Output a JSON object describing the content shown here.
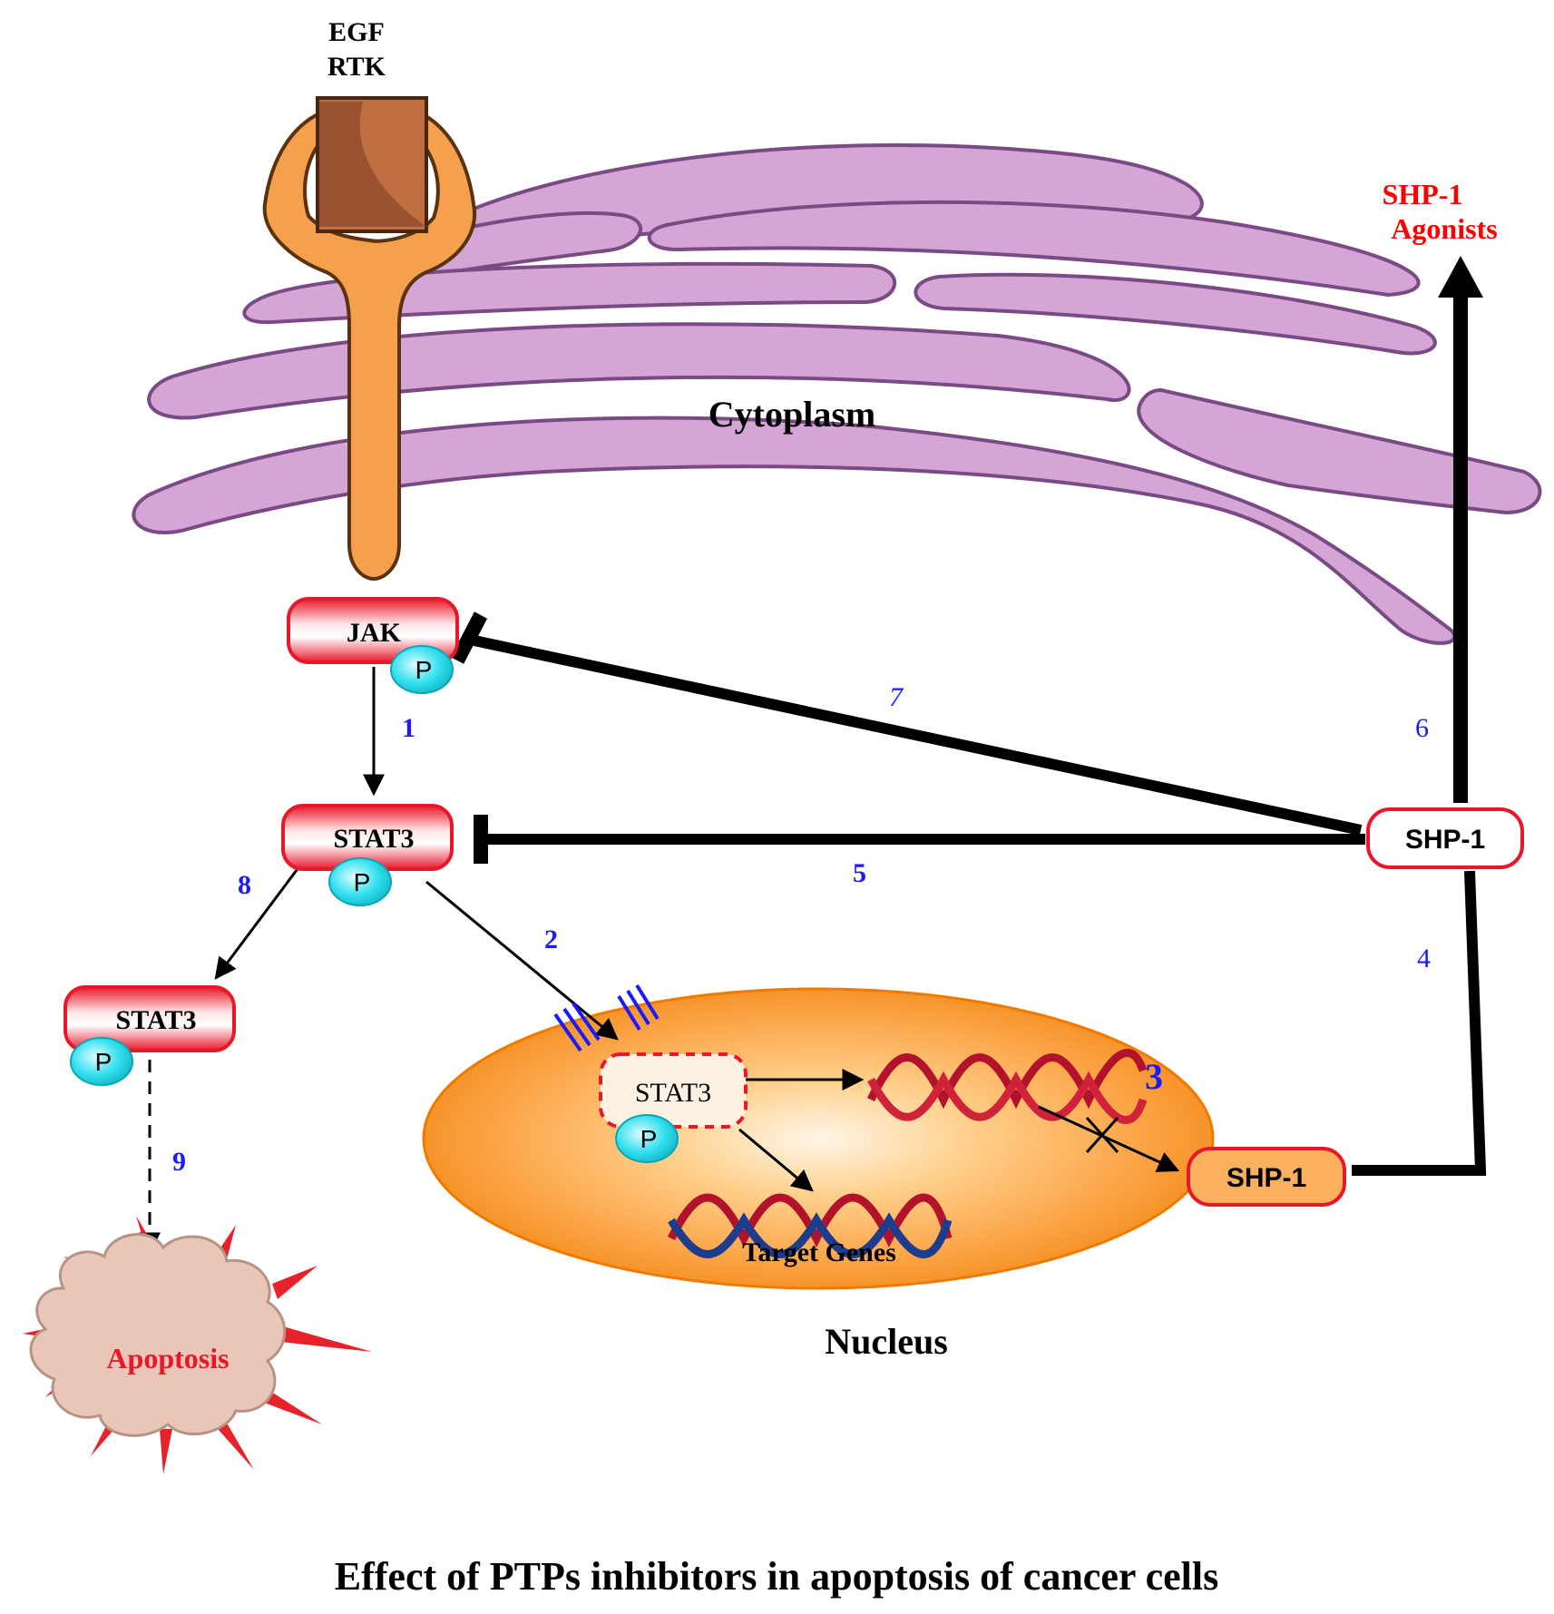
{
  "receptor": {
    "line1": "EGF",
    "line2": "RTK"
  },
  "compartments": {
    "cytoplasm": "Cytoplasm",
    "nucleus": "Nucleus"
  },
  "proteins": {
    "jak": "JAK",
    "stat3_top": "STAT3",
    "stat3_left": "STAT3",
    "stat3_nuclear": "STAT3",
    "shp1_cyto": "SHP-1",
    "shp1_nuclear": "SHP-1",
    "phospho": "P"
  },
  "agonist": {
    "line1": "SHP-1",
    "line2": "Agonists"
  },
  "steps": {
    "s1": "1",
    "s2": "2",
    "s3": "3",
    "s4": "4",
    "s5": "5",
    "s6": "6",
    "s7": "7",
    "s8": "8",
    "s9": "9"
  },
  "target_genes": "Target Genes",
  "apoptosis": "Apoptosis",
  "caption": "Effect of PTPs inhibitors in apoptosis of cancer cells",
  "colors": {
    "er_fill": "#d5a5d6",
    "er_stroke": "#7a4a85",
    "receptor": "#f4a04c",
    "ligand": "#b56a3c",
    "protein_red": "#e8182a",
    "phospho": "#33e0ee",
    "nucleus": "#f99a2c",
    "step_blue": "#1a1aff",
    "agonist_red": "#ff0000",
    "dna_red": "#b3132a",
    "dna_blue": "#1e3c8c"
  }
}
